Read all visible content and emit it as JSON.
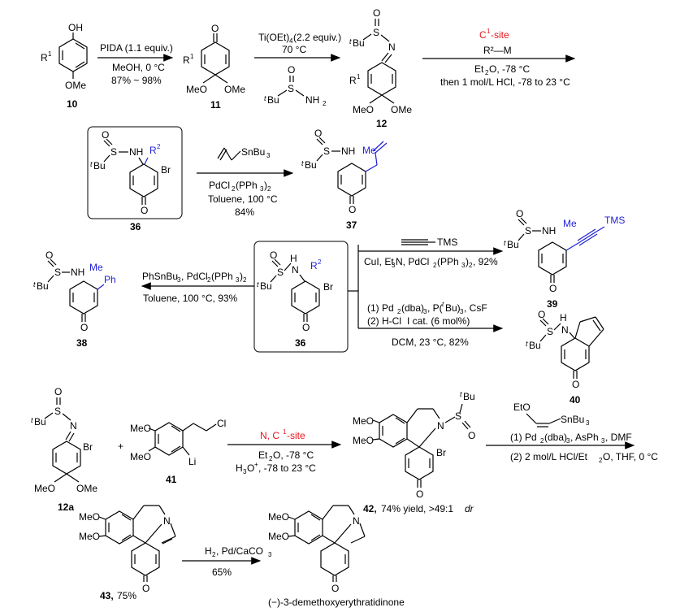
{
  "compounds": {
    "c10": "10",
    "c11": "11",
    "c12": "12",
    "c36a": "36",
    "c37": "37",
    "c36b": "36",
    "c38": "38",
    "c39": "39",
    "c40": "40",
    "c12a": "12a",
    "c41": "41",
    "c42": "42,",
    "c42_suffix": "74% yield, >49:1",
    "c42_dr": "dr",
    "c43": "43,",
    "c43_yield": "75%",
    "final": "(−)-3-demethoxyerythratidinone"
  },
  "atoms": {
    "OH": "OH",
    "OMe": "OMe",
    "R1": "R",
    "sup1": "1",
    "O": "O",
    "MeO": "MeO",
    "S": "S",
    "N": "N",
    "NH": "NH",
    "tBu": "Bu",
    "t": "t",
    "NH2": "NH",
    "sub2": "2",
    "R2": "R",
    "sup2": "2",
    "Br": "Br",
    "Me": "Me",
    "Ph": "Ph",
    "TMS": "TMS",
    "H": "H",
    "Cl": "Cl",
    "Li": "Li",
    "EtO": "EtO",
    "SnBu3": "SnBu",
    "sub3": "3"
  },
  "arrows": {
    "a1": {
      "top": "PIDA (1.1 equiv.)",
      "mid": "MeOH, 0 °C",
      "bot": "87% ~ 98%"
    },
    "a2": {
      "top": "Ti(OEt)",
      "top_sub": "4",
      "top_rest": " (2.2 equiv.)",
      "mid": "70 °C"
    },
    "a3": {
      "site": "C",
      "site_sup": "1",
      "site_rest": "-site",
      "reagent": "R²—M",
      "solv": "Et",
      "solv_sub": "2",
      "solv_rest": "O, -78 °C",
      "quench": "then 1 mol/L HCl, -78 to 23 °C"
    },
    "a4": {
      "cat": "PdCl",
      "cat_sub": "2",
      "cat_rest": "(PPh",
      "cat_sub2": "3",
      "cat_end": ")",
      "cat_sub3": "2",
      "solv": "Toluene, 100 °C",
      "yield": "84%"
    },
    "a5": {
      "reagent": "TMS",
      "cond": "CuI, Et",
      "cond_sub": "3",
      "cond_rest": "N, PdCl",
      "cond_sub2": "2",
      "cond_rest2": "(PPh",
      "cond_sub3": "3",
      "cond_end": ")",
      "cond_sub4": "2",
      "cond_yield": ", 92%"
    },
    "a6": {
      "cond": "PhSnBu",
      "cond_sub": "3",
      "cond_rest": ", PdCl",
      "cond_sub2": "2",
      "cond_rest2": "(PPh",
      "cond_sub3": "3",
      "cond_end": ")",
      "cond_sub4": "2",
      "solv": "Toluene, 100 °C, 93%"
    },
    "a7": {
      "l1": "(1) Pd",
      "l1_sub": "2",
      "l1_rest": "(dba)",
      "l1_sub2": "3",
      "l1_rest2": ", P(",
      "l1_t": "t",
      "l1_rest3": "Bu)",
      "l1_sub3": "3",
      "l1_end": ", CsF",
      "l2": "(2) H-Cl",
      "l2_cat": "I cat. (6 mol%)",
      "solv": "DCM, 23 °C, 82%"
    },
    "a8": {
      "site": "N, C",
      "site_sup": "1",
      "site_rest": "-site",
      "solv": "Et",
      "solv_sub": "2",
      "solv_rest": "O, -78 °C",
      "quench": "H",
      "quench_sub": "3",
      "quench_sup": "O",
      "quench_plus": "+",
      "quench_rest": ", -78 to 23 °C"
    },
    "a9": {
      "l1": "(1) Pd",
      "l1_sub": "2",
      "l1_rest": "(dba)",
      "l1_sub2": "3",
      "l1_rest2": ", AsPh",
      "l1_sub3": "3",
      "l1_end": ", DMF",
      "l2": "(2) 2 mol/L HCl/Et",
      "l2_sub": "2",
      "l2_rest": "O, THF, 0 °C"
    },
    "a10": {
      "top": "H",
      "top_sub": "2",
      "top_rest": ", Pd/CaCO",
      "top_sub2": "3",
      "bot": "65%"
    }
  },
  "plus": "+"
}
